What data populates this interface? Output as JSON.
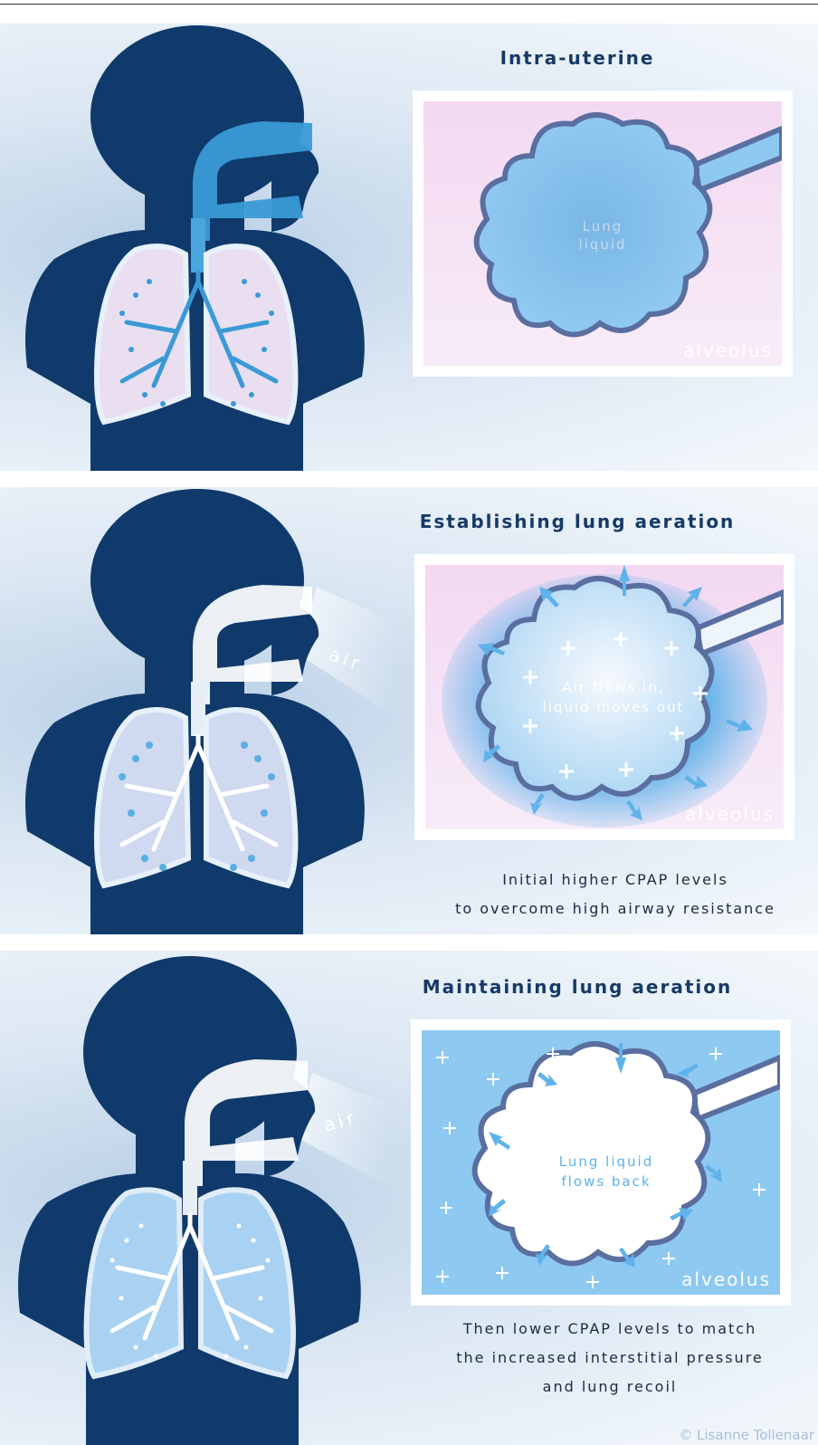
{
  "panels": [
    {
      "title": "Intra-uterine",
      "box_label_lines": [
        "Lung",
        "liquid"
      ],
      "alveolus_label": "alveolus",
      "air_label": "",
      "caption_lines": []
    },
    {
      "title": "Establishing lung aeration",
      "box_label_lines": [
        "Air flows in,",
        "liquid moves out"
      ],
      "alveolus_label": "alveolus",
      "air_label": "air",
      "caption_lines": [
        "Initial higher CPAP levels",
        "to overcome high airway resistance"
      ]
    },
    {
      "title": "Maintaining lung aeration",
      "box_label_lines": [
        "Lung liquid",
        "flows back"
      ],
      "alveolus_label": "alveolus",
      "air_label": "air",
      "caption_lines": [
        "Then lower CPAP levels to match",
        "the increased interstitial pressure",
        "and lung recoil"
      ]
    }
  ],
  "credit": "© Lisanne Tollenaar",
  "colors": {
    "silhouette": "#0f3a6b",
    "airway_liquid": "#3a9ad6",
    "liquid_fill": "#8ec9f2",
    "alveolus_wall": "#5a6fa0",
    "box_pink": "#f4d6f1",
    "title": "#163a66"
  },
  "icons": [
    "child-silhouette-icon",
    "lungs-icon",
    "alveolus-icon",
    "arrow-icon",
    "plus-icon"
  ]
}
